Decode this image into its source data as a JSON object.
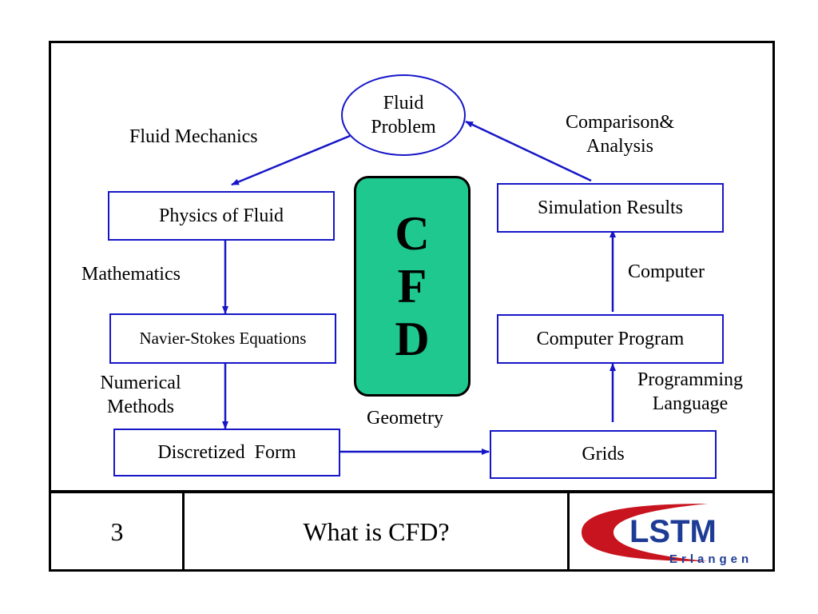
{
  "center": {
    "letters": [
      "C",
      "F",
      "D"
    ]
  },
  "nodes": {
    "fluid_problem": [
      "Fluid",
      "Problem"
    ],
    "physics": "Physics of Fluid",
    "navier_stokes": "Navier-Stokes Equations",
    "discretized": "Discretized  Form",
    "grids": "Grids",
    "computer_program": "Computer Program",
    "simulation_results": "Simulation Results"
  },
  "edge_labels": {
    "fluid_mechanics": "Fluid Mechanics",
    "mathematics": "Mathematics",
    "numerical_methods": [
      "Numerical",
      "Methods"
    ],
    "geometry": "Geometry",
    "programming_language": [
      "Programming",
      "Language"
    ],
    "computer": "Computer",
    "comparison": [
      "Comparison&",
      "Analysis"
    ]
  },
  "footer": {
    "slide_number": "3",
    "title": "What is CFD?",
    "logo": {
      "main": "LSTM",
      "sub": "Erlangen"
    }
  },
  "colors": {
    "box_border": "#1616c8",
    "arrow": "#1616c8",
    "cfd_fill": "#1ec88f",
    "logo_red": "#c8141e",
    "logo_blue": "#1e3c96"
  }
}
